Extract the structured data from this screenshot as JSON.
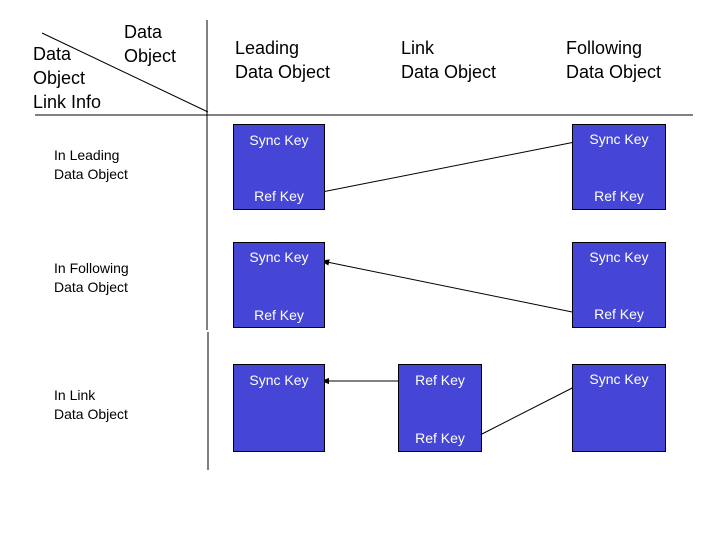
{
  "corner": {
    "top_label": [
      "Data",
      "Object"
    ],
    "bottom_label": [
      "Data",
      "Object",
      "Link Info"
    ]
  },
  "columns": [
    {
      "line1": "Leading",
      "line2": "Data Object"
    },
    {
      "line1": "Link",
      "line2": "Data Object"
    },
    {
      "line1": "Following",
      "line2": "Data Object"
    }
  ],
  "rows": [
    {
      "line1": "In Leading",
      "line2": "Data Object"
    },
    {
      "line1": "In Following",
      "line2": "Data Object"
    },
    {
      "line1": "In Link",
      "line2": "Data Object"
    }
  ],
  "keys": {
    "sync": "Sync Key",
    "ref": "Ref Key"
  },
  "colors": {
    "box_fill": "#4646d6",
    "box_text": "#ffffff",
    "line": "#000000"
  }
}
